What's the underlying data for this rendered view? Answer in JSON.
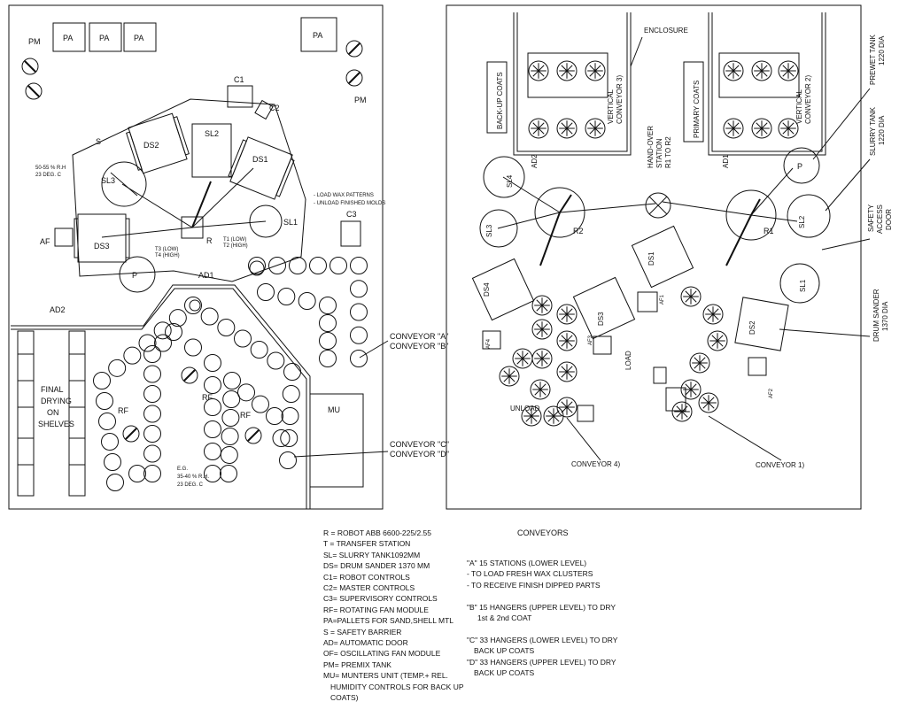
{
  "left_plan": {
    "pallets": [
      "PA",
      "PA",
      "PA",
      "PA"
    ],
    "premix_tanks": [
      "PM",
      "PM"
    ],
    "drum_sanders": [
      "DS1",
      "DS2",
      "DS3"
    ],
    "slurry_tanks": [
      "SL1",
      "SL2",
      "SL3"
    ],
    "controls": [
      "C1",
      "C2",
      "C3"
    ],
    "robot": "R",
    "transfer_labels": [
      "T1 (LOW)",
      "T2 (HIGH)",
      "T3 (LOW)",
      "T4 (HIGH)"
    ],
    "premix": "P",
    "safety_barrier": "S",
    "auto_doors": [
      "AD1",
      "AD2"
    ],
    "fan_modules": [
      "RF",
      "RF",
      "RF"
    ],
    "af": "AF",
    "humidity_top": [
      "50-55 % R.H",
      "23 DEG. C"
    ],
    "humidity_bottom": [
      "E.G.",
      "35-40 % R.H.",
      "23 DEG. C"
    ],
    "load_note": [
      "- LOAD WAX PATTERNS",
      "- UNLOAD FINISHED MOLDS"
    ],
    "final_drying": [
      "FINAL",
      "DRYING",
      "ON",
      "SHELVES"
    ],
    "munters": "MU",
    "conveyor_ab": [
      "CONVEYOR \"A\"",
      "CONVEYOR \"B\""
    ],
    "conveyor_cd": [
      "CONVEYOR \"C\"",
      "CONVEYOR \"D\""
    ]
  },
  "right_plan": {
    "enclosure": "ENCLOSURE",
    "backup_coats": "BACK-UP COATS",
    "primary_coats": "PRIMARY COATS",
    "vertical_conveyor_3": [
      "VERTICAL",
      "CONVEYOR 3)"
    ],
    "vertical_conveyor_2": [
      "VERTICAL",
      "CONVEYOR 2)"
    ],
    "handover": [
      "HAND-OVER",
      "STATION",
      "R1 TO R2"
    ],
    "prewet_tank": [
      "PREWET TANK",
      "1220 DIA"
    ],
    "slurry_tank": [
      "SLURRY TANK",
      "1220 DIA"
    ],
    "safety_door": [
      "SAFETY",
      "ACCESS",
      "DOOR"
    ],
    "drum_sander": [
      "DRUM SANDER",
      "1370 DIA"
    ],
    "robots": [
      "R1",
      "R2"
    ],
    "ad_labels": [
      "AD1",
      "AD2"
    ],
    "slurries": [
      "SL1",
      "SL2",
      "SL3",
      "SL4"
    ],
    "drums": [
      "DS1",
      "DS2",
      "DS3",
      "DS4"
    ],
    "fans": [
      "AF1",
      "AF2",
      "AF3",
      "AF4"
    ],
    "prewet": "P",
    "load": "LOAD",
    "unload": "UNLOAD",
    "conveyor_1": "CONVEYOR 1)",
    "conveyor_4": "CONVEYOR 4)"
  },
  "legend": [
    "R = ROBOT ABB 6600-225/2.55",
    "T = TRANSFER STATION",
    "SL= SLURRY TANK1092MM",
    "DS= DRUM SANDER 1370 MM",
    "C1= ROBOT CONTROLS",
    "C2= MASTER CONTROLS",
    "C3= SUPERVISORY CONTROLS",
    "RF= ROTATING FAN MODULE",
    "PA=PALLETS FOR SAND,SHELL MTL",
    "S = SAFETY BARRIER",
    "AD= AUTOMATIC DOOR",
    "OF= OSCILLATING FAN MODULE",
    "PM= PREMIX TANK",
    "MU= MUNTERS UNIT (TEMP.+ REL.",
    "HUMIDITY CONTROLS FOR BACK UP",
    "COATS)"
  ],
  "conveyors": {
    "title": "CONVEYORS",
    "lines": [
      "\"A\" 15 STATIONS (LOWER LEVEL)",
      "- TO LOAD FRESH WAX CLUSTERS",
      "- TO RECEIVE FINISH DIPPED PARTS",
      "",
      "\"B\" 15 HANGERS (UPPER LEVEL) TO DRY",
      "1st & 2nd COAT",
      "",
      "\"C\" 33 HANGERS (LOWER LEVEL) TO DRY",
      "BACK UP COATS",
      "\"D\" 33 HANGERS (UPPER LEVEL) TO DRY",
      "BACK UP COATS"
    ]
  }
}
